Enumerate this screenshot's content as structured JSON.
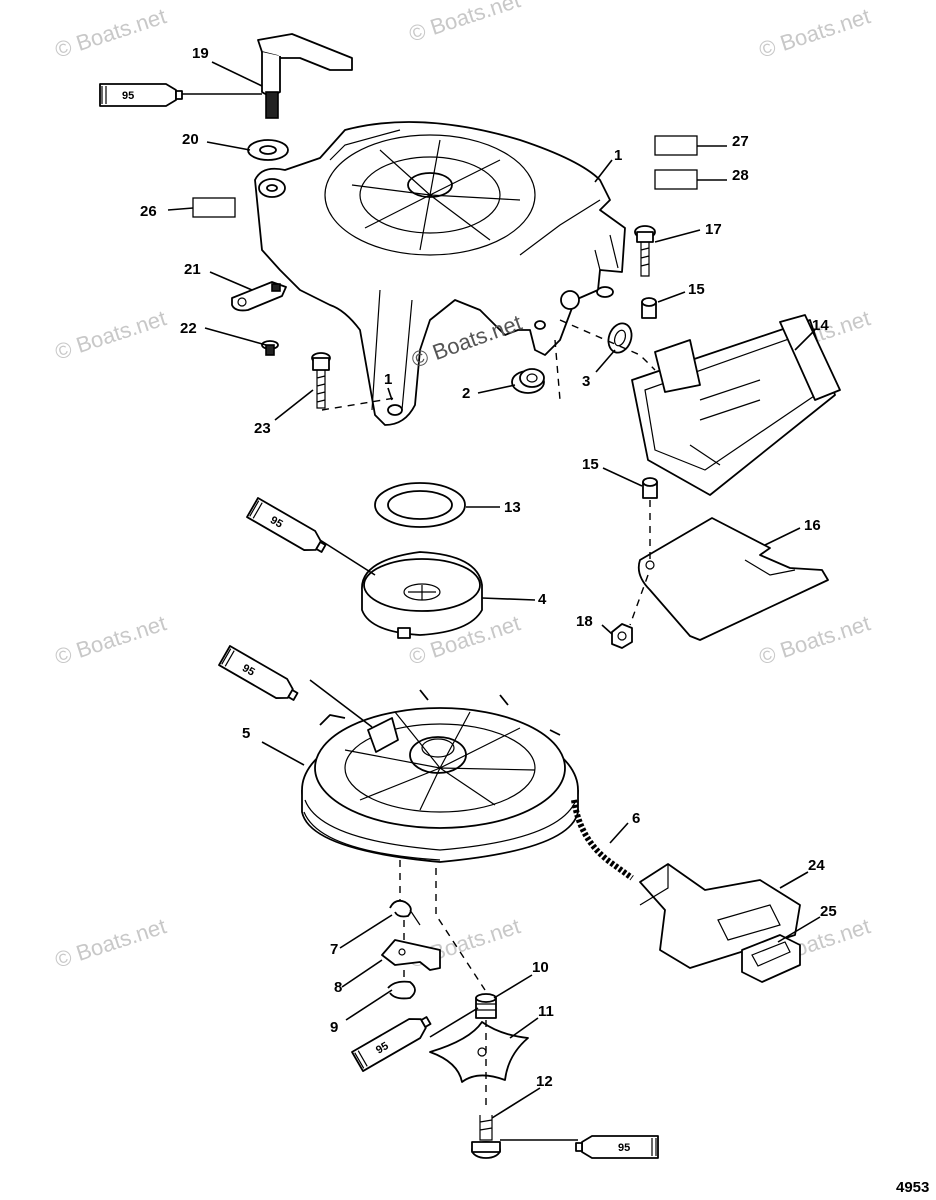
{
  "diagram": {
    "figure_number": "4953",
    "watermark_text": "© Boats.net",
    "center_watermark_text": "© Boats.net",
    "sealant_code": "95",
    "callouts": [
      {
        "id": "1",
        "text": "1"
      },
      {
        "id": "1b",
        "text": "1"
      },
      {
        "id": "2",
        "text": "2"
      },
      {
        "id": "3",
        "text": "3"
      },
      {
        "id": "4",
        "text": "4"
      },
      {
        "id": "5",
        "text": "5"
      },
      {
        "id": "6",
        "text": "6"
      },
      {
        "id": "7",
        "text": "7"
      },
      {
        "id": "8",
        "text": "8"
      },
      {
        "id": "9",
        "text": "9"
      },
      {
        "id": "10",
        "text": "10"
      },
      {
        "id": "11",
        "text": "11"
      },
      {
        "id": "12",
        "text": "12"
      },
      {
        "id": "13",
        "text": "13"
      },
      {
        "id": "14",
        "text": "14"
      },
      {
        "id": "15a",
        "text": "15"
      },
      {
        "id": "15b",
        "text": "15"
      },
      {
        "id": "16",
        "text": "16"
      },
      {
        "id": "17",
        "text": "17"
      },
      {
        "id": "18",
        "text": "18"
      },
      {
        "id": "19",
        "text": "19"
      },
      {
        "id": "20",
        "text": "20"
      },
      {
        "id": "21",
        "text": "21"
      },
      {
        "id": "22",
        "text": "22"
      },
      {
        "id": "23",
        "text": "23"
      },
      {
        "id": "24",
        "text": "24"
      },
      {
        "id": "25",
        "text": "25"
      },
      {
        "id": "26",
        "text": "26"
      },
      {
        "id": "27",
        "text": "27"
      },
      {
        "id": "28",
        "text": "28"
      }
    ]
  }
}
